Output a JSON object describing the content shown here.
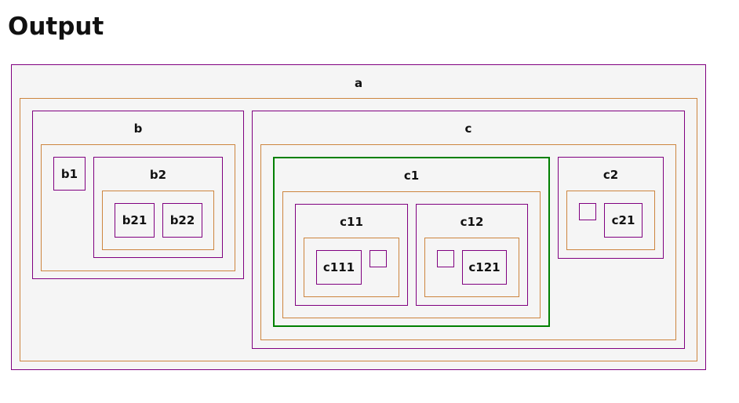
{
  "heading": "Output",
  "colors": {
    "node_border": "#800080",
    "nest_border": "#cd853f",
    "selected_border": "#008000",
    "root_background": "#f5f5f5"
  },
  "tree": {
    "a": {
      "label": "a",
      "b": {
        "label": "b",
        "b1": {
          "label": "b1"
        },
        "b2": {
          "label": "b2",
          "b21": {
            "label": "b21"
          },
          "b22": {
            "label": "b22"
          }
        }
      },
      "c": {
        "label": "c",
        "c1": {
          "label": "c1",
          "selected": true,
          "c11": {
            "label": "c11",
            "c111": {
              "label": "c111"
            }
          },
          "c12": {
            "label": "c12",
            "c121": {
              "label": "c121"
            }
          }
        },
        "c2": {
          "label": "c2",
          "c21": {
            "label": "c21"
          }
        }
      }
    }
  }
}
